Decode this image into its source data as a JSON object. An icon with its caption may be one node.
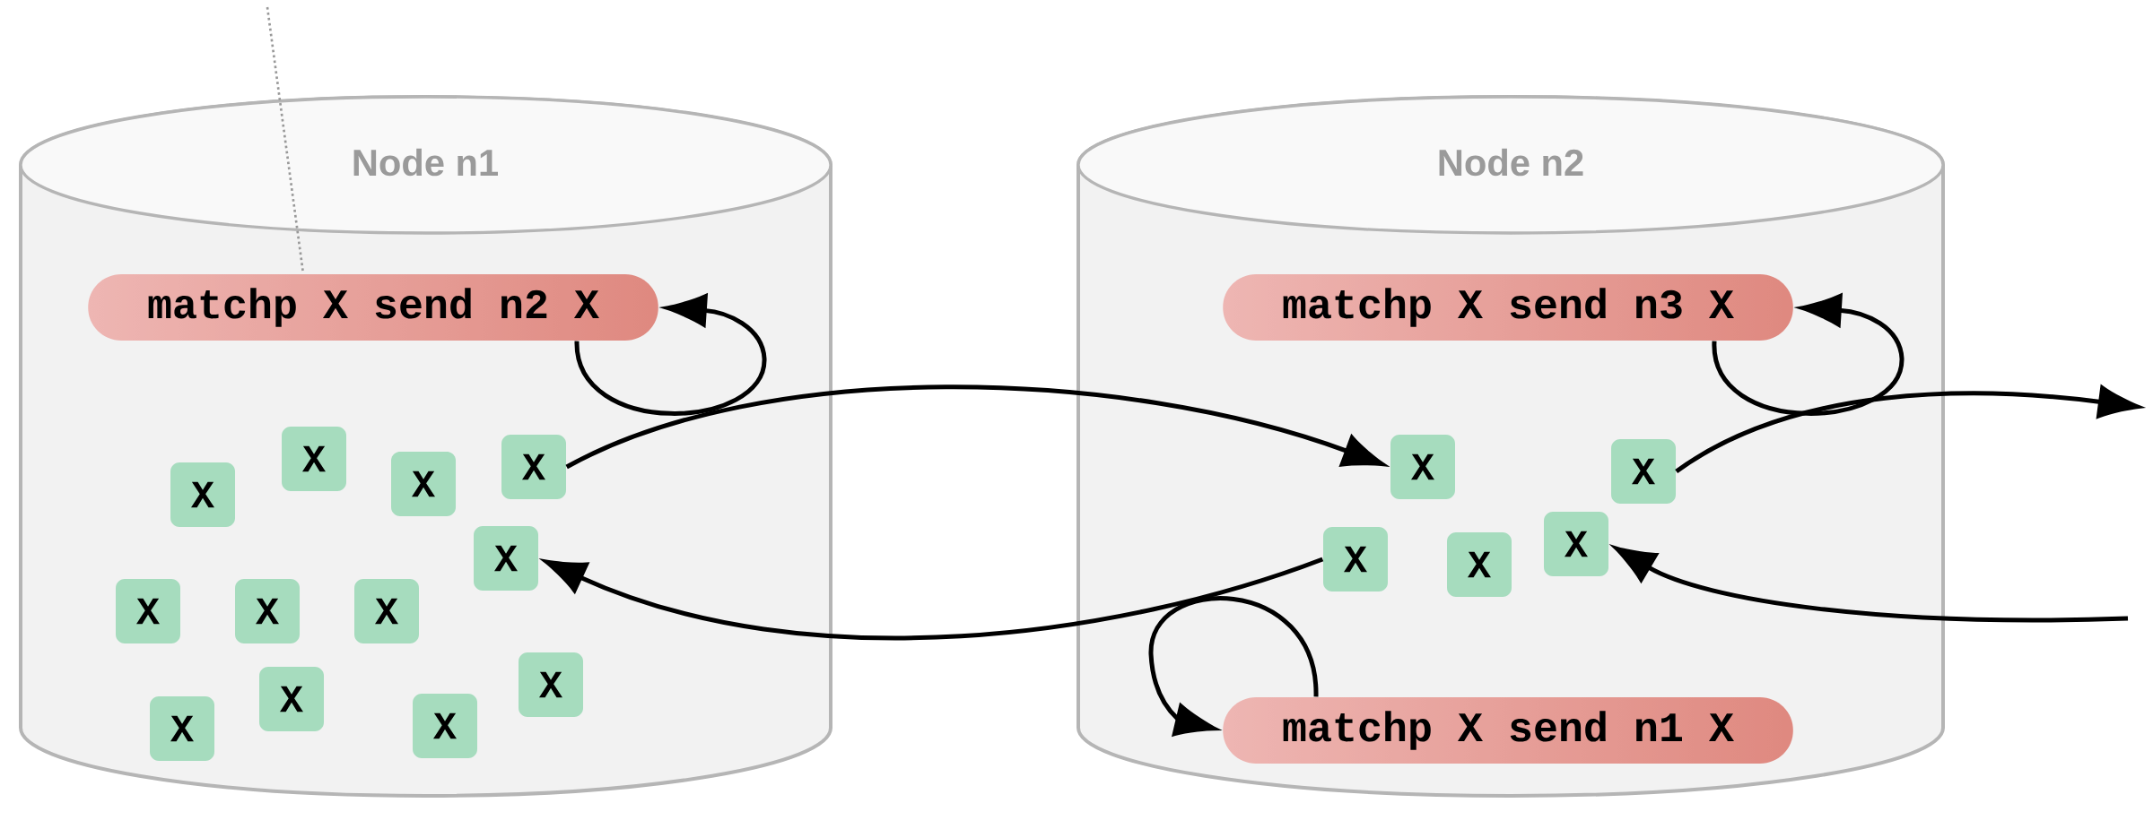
{
  "diagram": {
    "nodes": [
      {
        "text": [
          "Node n1"
        ]
      },
      {
        "text": [
          "matchp X send n2 X"
        ],
        "in": 0
      },
      {
        "text": [
          "X"
        ],
        "in": 0
      },
      {
        "text": [
          "X"
        ],
        "in": 0
      },
      {
        "text": [
          "X"
        ],
        "in": 0
      },
      {
        "text": [
          "X"
        ],
        "in": 0
      },
      {
        "text": [
          "X"
        ],
        "in": 0
      },
      {
        "text": [
          "X"
        ],
        "in": 0
      },
      {
        "text": [
          "X"
        ],
        "in": 0
      },
      {
        "text": [
          "X"
        ],
        "in": 0
      },
      {
        "text": [
          "X"
        ],
        "in": 0
      },
      {
        "text": [
          "X"
        ],
        "in": 0
      },
      {
        "text": [
          "X"
        ],
        "in": 0
      },
      {
        "text": [
          "X"
        ],
        "in": 0
      },
      {
        "text": [
          "Node n2"
        ]
      },
      {
        "text": [
          "matchp X send n3 X"
        ],
        "in": 14
      },
      {
        "text": [
          "X"
        ],
        "in": 14
      },
      {
        "text": [
          "X"
        ],
        "in": 14
      },
      {
        "text": [
          "X"
        ],
        "in": 14
      },
      {
        "text": [
          "X"
        ],
        "in": 14
      },
      {
        "text": [
          "X"
        ],
        "in": 14
      },
      {
        "text": [
          "matchp X send n1 X"
        ],
        "in": 14
      }
    ],
    "edges": [
      {
        "from": 1,
        "to": 1,
        "arrow": "to"
      },
      {
        "from": 3,
        "to": 16,
        "arrow": "to"
      },
      {
        "from": 19,
        "to": 6,
        "arrow": "to"
      },
      {
        "from": 15,
        "to": 15,
        "arrow": "to"
      },
      {
        "from": 17,
        "to": null,
        "arrow": "to"
      },
      {
        "from": null,
        "to": 18,
        "arrow": "to"
      },
      {
        "from": 21,
        "to": 21,
        "arrow": "to"
      },
      {
        "from": null,
        "to": 1,
        "arrow": "none",
        "style": "dashed",
        "color": "#999999"
      }
    ]
  }
}
